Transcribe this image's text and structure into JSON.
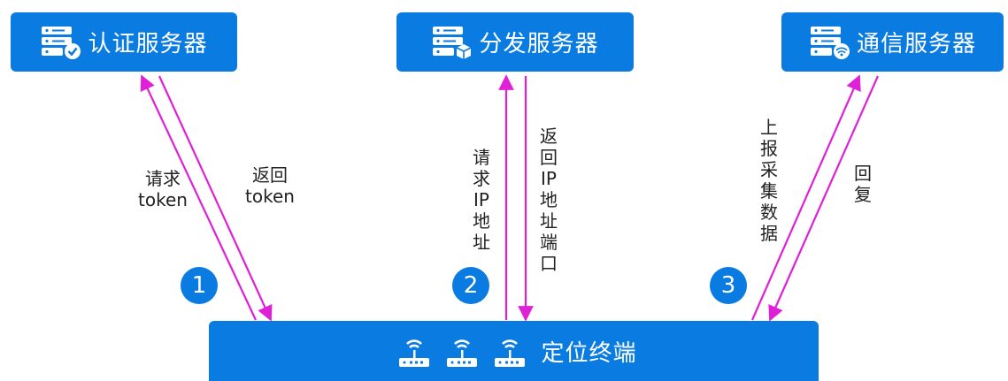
{
  "servers": {
    "auth": {
      "label": "认证服务器",
      "icon": "server-check-icon"
    },
    "dist": {
      "label": "分发服务器",
      "icon": "server-box-icon"
    },
    "comm": {
      "label": "通信服务器",
      "icon": "server-wireless-icon"
    }
  },
  "terminal": {
    "label": "定位终端",
    "icon": "router-icon"
  },
  "flows": {
    "f1": {
      "request": "请求token",
      "reply": "返回token",
      "step": "1"
    },
    "f2": {
      "request": "请求IP地址",
      "reply": "返回IP地址端口",
      "step": "2"
    },
    "f3": {
      "request": "上报采集数据",
      "reply": "回复",
      "step": "3"
    }
  },
  "colors": {
    "box": "#0a7be0",
    "arrow": "#e020d8",
    "text": "#222222"
  }
}
